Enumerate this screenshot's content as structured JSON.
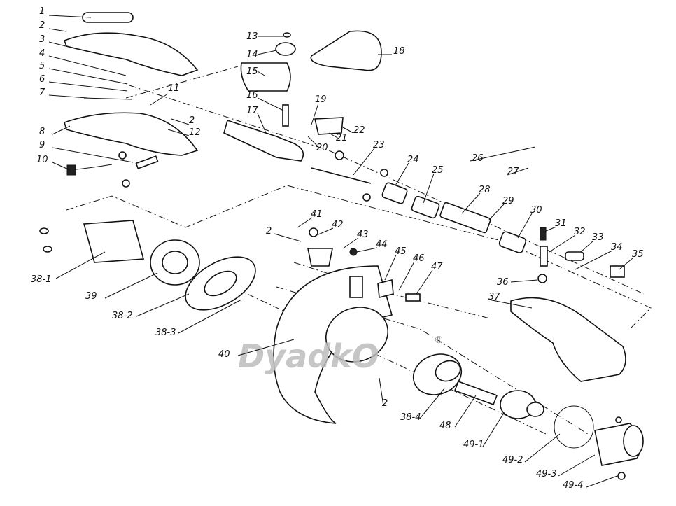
{
  "title": "Exploded parts diagram",
  "watermark": {
    "text": "DyadkO",
    "mark": "®"
  },
  "callouts": [
    "1",
    "2",
    "3",
    "4",
    "5",
    "6",
    "7",
    "8",
    "9",
    "10",
    "11",
    "2",
    "12",
    "13",
    "14",
    "15",
    "16",
    "17",
    "18",
    "19",
    "20",
    "21",
    "22",
    "23",
    "24",
    "25",
    "26",
    "27",
    "28",
    "29",
    "30",
    "31",
    "32",
    "33",
    "34",
    "35",
    "36",
    "37",
    "38-1",
    "39",
    "38-2",
    "38-3",
    "40",
    "2",
    "41",
    "42",
    "43",
    "44",
    "45",
    "46",
    "47",
    "2",
    "38-4",
    "48",
    "49-1",
    "49-2",
    "49-3",
    "49-4"
  ]
}
